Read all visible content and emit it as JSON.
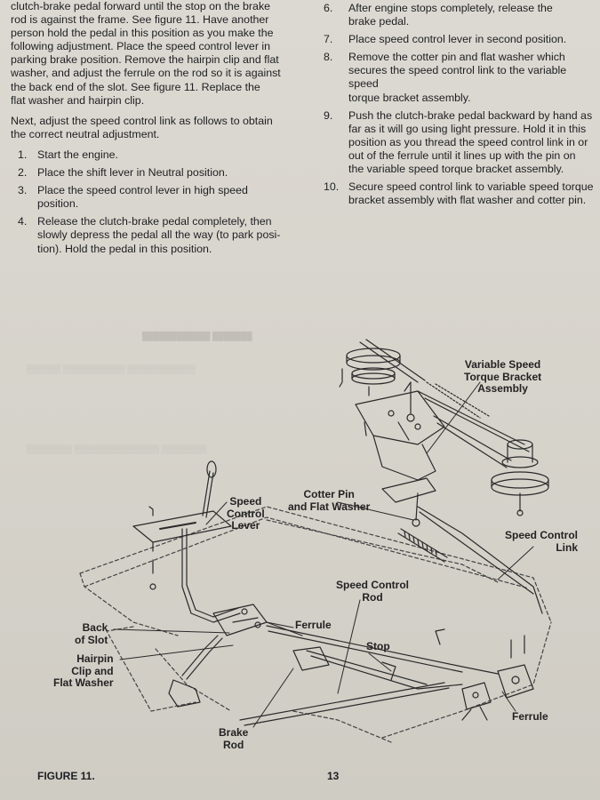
{
  "left_column": {
    "intro_lines": [
      "clutch-brake pedal forward until the stop on the brake",
      "rod is against the frame. See figure 11. Have another",
      "person hold the pedal in this position as you make the",
      "following adjustment. Place the speed control lever in",
      "parking brake position. Remove the hairpin clip and flat",
      "washer, and adjust the ferrule on the rod so it is against",
      "the back end of the slot. See figure 11. Replace the",
      "flat washer and hairpin clip."
    ],
    "next_lines": [
      "Next, adjust the speed control link as follows to obtain",
      "the correct neutral adjustment."
    ],
    "steps": [
      {
        "num": "1.",
        "lines": [
          "Start the engine."
        ]
      },
      {
        "num": "2.",
        "lines": [
          "Place the shift lever in Neutral position."
        ]
      },
      {
        "num": "3.",
        "lines": [
          "Place the speed control lever in high speed",
          "position."
        ]
      },
      {
        "num": "4.",
        "lines": [
          "Release the clutch-brake pedal completely, then",
          "slowly depress the pedal all the way (to park posi-",
          "tion). Hold the pedal in this position."
        ]
      }
    ]
  },
  "right_column": {
    "steps": [
      {
        "num": "6.",
        "lines": [
          "After engine stops completely, release the",
          "brake pedal."
        ]
      },
      {
        "num": "7.",
        "lines": [
          "Place speed control lever in second position."
        ]
      },
      {
        "num": "8.",
        "lines": [
          "Remove the cotter pin and flat washer which",
          "secures the speed control link to the variable speed",
          "torque bracket assembly."
        ]
      },
      {
        "num": "9.",
        "lines": [
          "Push the clutch-brake pedal backward by hand as",
          "far as it will go using light pressure. Hold it in this",
          "position as you thread the speed control link in or",
          "out of the ferrule until it lines up with the pin on",
          "the variable speed torque bracket assembly."
        ]
      },
      {
        "num": "10.",
        "lines": [
          "Secure speed control link to variable speed torque",
          "bracket assembly with flat washer and cotter pin."
        ]
      }
    ]
  },
  "labels": {
    "variable_speed": [
      "Variable Speed",
      "Torque Bracket",
      "Assembly"
    ],
    "speed_control_lever": [
      "Speed",
      "Control",
      "Lever"
    ],
    "cotter_pin": [
      "Cotter Pin",
      "and Flat Washer"
    ],
    "speed_control_link": [
      "Speed Control",
      "Link"
    ],
    "speed_control_rod": [
      "Speed Control",
      "Rod"
    ],
    "back_of_slot": [
      "Back",
      "of Slot"
    ],
    "ferrule_upper": "Ferrule",
    "hairpin": [
      "Hairpin",
      "Clip and",
      "Flat Washer"
    ],
    "stop": "Stop",
    "brake_rod": [
      "Brake",
      "Rod"
    ],
    "ferrule_lower": "Ferrule"
  },
  "footer": {
    "figure": "FIGURE 11.",
    "page_number": "13"
  },
  "colors": {
    "paper": "#d8d5ce",
    "ink": "#1e1f22",
    "line_art": "#2a2a2a"
  }
}
